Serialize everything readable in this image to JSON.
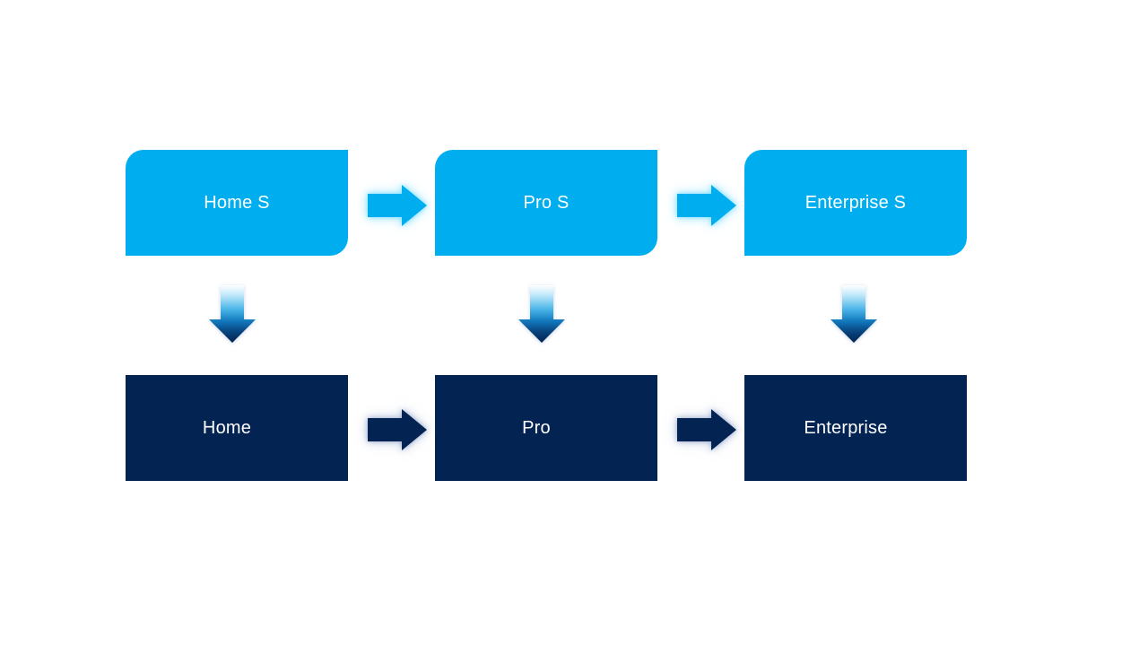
{
  "diagram": {
    "title_hint": "Windows editions mapping diagram",
    "top_row": [
      {
        "label": "Home S"
      },
      {
        "label": "Pro S"
      },
      {
        "label": "Enterprise S"
      }
    ],
    "bottom_row": [
      {
        "label": "Home"
      },
      {
        "label": "Pro"
      },
      {
        "label": "Enterprise"
      }
    ],
    "icons": {
      "right_arrow": "right-arrow-icon",
      "down_arrow": "down-arrow-icon"
    },
    "colors": {
      "background": "#FFFFFF",
      "top_box_fill": "#00AEEF",
      "bottom_box_fill": "#032452",
      "text": "#FFFFFF",
      "down_arrow_gradient_top": "#FFFFFF",
      "down_arrow_gradient_bottom": "#03234E",
      "top_arrow_glow": "#7DDDFF",
      "bottom_arrow_glow": "#96A8CD"
    }
  }
}
